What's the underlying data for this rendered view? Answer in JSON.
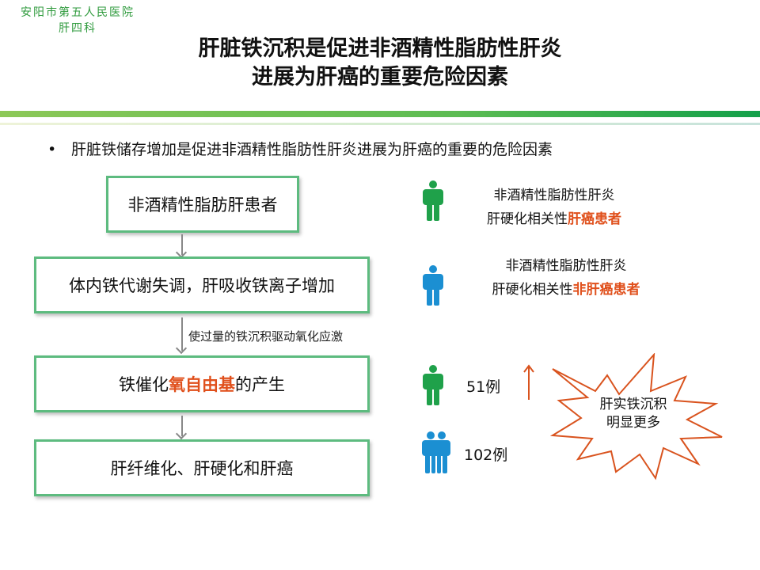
{
  "header": {
    "hospital": "安阳市第五人民医院",
    "department": "肝四科"
  },
  "title": {
    "line1": "肝脏铁沉积是促进非酒精性脂肪性肝炎",
    "line2": "进展为肝癌的重要危险因素"
  },
  "bullet": {
    "marker": "•",
    "text": "肝脏铁储存增加是促进非酒精性脂肪性肝炎进展为肝癌的重要的危险因素"
  },
  "flow": {
    "box1": "非酒精性脂肪肝患者",
    "box2": "体内铁代谢失调，肝吸收铁离子增加",
    "arrow_label": "使过量的铁沉积驱动氧化应激",
    "box3_pre": "铁催化",
    "box3_highlight": "氧自由基",
    "box3_post": "的产生",
    "box4": "肝纤维化、肝硬化和肝癌"
  },
  "legend": [
    {
      "icon": "person-green",
      "line1": "非酒精性脂肪性肝炎",
      "line2_pre": "肝硬化相关性",
      "line2_highlight": "肝癌患者"
    },
    {
      "icon": "person-blue",
      "line1": "非酒精性脂肪性肝炎",
      "line2_pre": "肝硬化相关性",
      "line2_highlight": "非肝癌患者"
    }
  ],
  "counts": [
    {
      "icon": "person-green",
      "value": "51例"
    },
    {
      "icon": "people-blue",
      "value": "102例"
    }
  ],
  "callout": {
    "line1": "肝实铁沉积",
    "line2": "明显更多"
  },
  "colors": {
    "green": "#1fa14a",
    "blue": "#1b8fd2",
    "accent": "#e0501c",
    "border": "#5dbb7f"
  }
}
